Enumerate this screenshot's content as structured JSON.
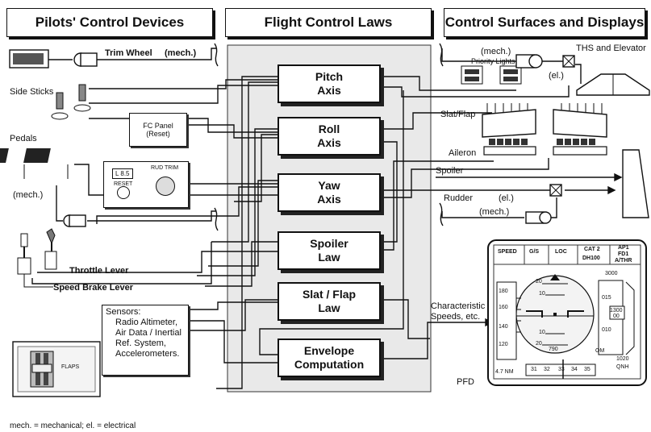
{
  "headers": {
    "pilots": "Pilots' Control Devices",
    "laws": "Flight Control Laws",
    "surfaces": "Control Surfaces and Displays"
  },
  "laws": [
    {
      "line1": "Pitch",
      "line2": "Axis"
    },
    {
      "line1": "Roll",
      "line2": "Axis"
    },
    {
      "line1": "Yaw",
      "line2": "Axis"
    },
    {
      "line1": "Spoiler",
      "line2": "Law"
    },
    {
      "line1": "Slat / Flap",
      "line2": "Law"
    },
    {
      "line1": "Envelope",
      "line2": "Computation"
    }
  ],
  "left": {
    "trim_wheel": "Trim Wheel",
    "trim_mech": "(mech.)",
    "side_sticks": "Side Sticks",
    "pedals": "Pedals",
    "pedals_mech": "(mech.)",
    "fc_panel_line1": "FC Panel",
    "fc_panel_line2": "(Reset)",
    "rud_trim_value": "L 8.5",
    "rud_trim_title": "RUD TRIM",
    "reset_label": "RESET",
    "throttle": "Throttle Lever",
    "speed_brake": "Speed Brake Lever",
    "flaps_label": "FLAPS",
    "sensors": [
      "Sensors:",
      "Radio Altimeter,",
      "Air Data / Inertial",
      "Ref. System,",
      "Accelerometers."
    ]
  },
  "right": {
    "ths_mech": "(mech.)",
    "priority_lights": "Priority Lights",
    "ths_elevator": "THS and Elevator",
    "ths_el": "(el.)",
    "slat_flap": "Slat/Flap",
    "aileron": "Aileron",
    "spoiler": "Spoiler",
    "rudder": "Rudder",
    "rudder_el": "(el.)",
    "rudder_mech": "(mech.)",
    "characteristic_line1": "Characteristic",
    "characteristic_line2": "Speeds, etc.",
    "pfd": "PFD"
  },
  "pfd": {
    "fma": [
      "SPEED",
      "G/S",
      "LOC",
      "CAT 2",
      "AP1"
    ],
    "fma_sub": [
      "DH100",
      "FD1",
      "A/THR"
    ],
    "speeds": [
      "180",
      "160",
      "140",
      "120"
    ],
    "pitch_marks": [
      "20",
      "10",
      "10",
      "20"
    ],
    "alt_top": "3000",
    "alt_values": [
      "015",
      "1300",
      "00",
      "010"
    ],
    "alt_qnh_value": "1020",
    "qnh": "QNH",
    "heading": [
      "31",
      "32",
      "33",
      "34",
      "35"
    ],
    "radio_alt": "790",
    "om": "OM",
    "mach": "4.7 NM"
  },
  "footnote": "mech. = mechanical;   el. = electrical"
}
